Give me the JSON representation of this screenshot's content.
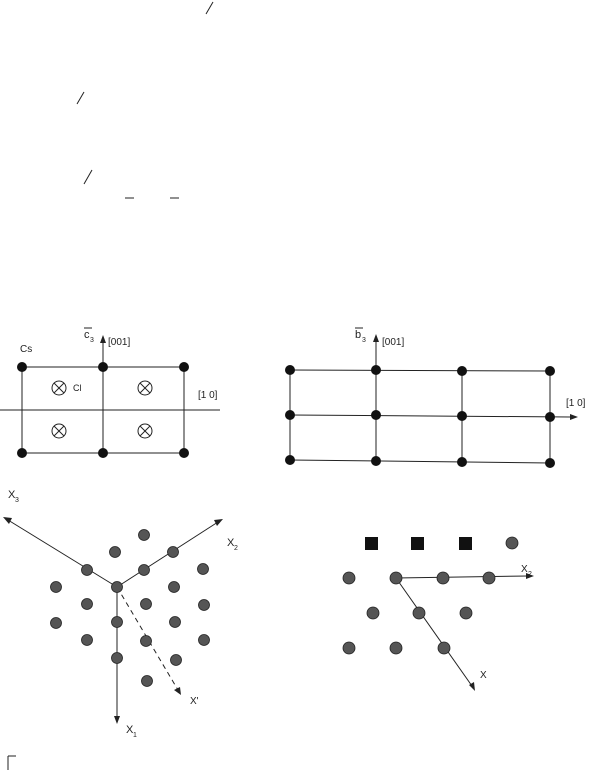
{
  "fig1": {
    "label_cs": "Cs",
    "label_cl": "Cl",
    "axis_c": "c",
    "axis_c_sub": "3",
    "dir_vertical": "[001]",
    "dir_horizontal": "[1 0]"
  },
  "fig2": {
    "axis_b": "b",
    "axis_b_sub": "3",
    "dir_vertical": "[001]",
    "dir_horizontal": "[1 0]"
  },
  "fig3": {
    "axis_x3": "X",
    "axis_x3_sub": "3",
    "axis_x2": "X",
    "axis_x2_sub": "2",
    "axis_x1": "X",
    "axis_x1_sub": "1",
    "axis_xprime": "X'"
  },
  "fig4": {
    "axis_x2": "X",
    "axis_x2_sub": "2",
    "axis_x": "X"
  },
  "colors": {
    "line": "#222222",
    "atom_black": "#111111",
    "atom_gray": "#555555"
  }
}
